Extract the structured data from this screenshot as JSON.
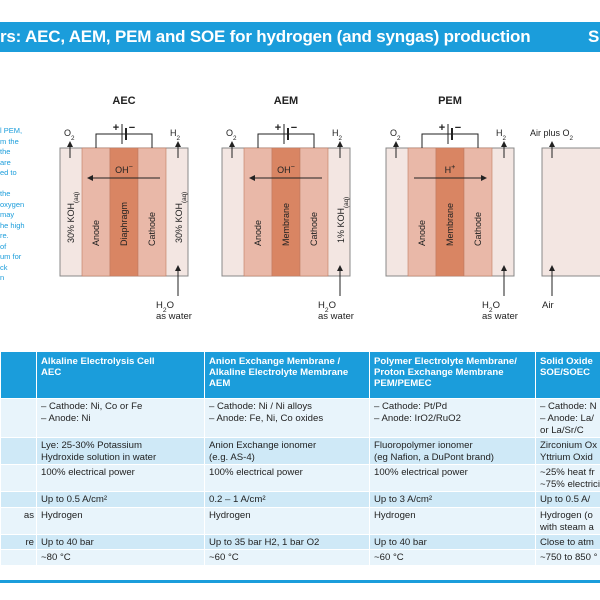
{
  "header": {
    "title": "rs: AEC, AEM, PEM and SOE for hydrogen (and syngas) production",
    "edge_letter": "S",
    "color": "#1b9ddb"
  },
  "sidebar": {
    "lines": [
      "l PEM,",
      "m the",
      "the",
      "are",
      "ed to",
      "",
      "the",
      "oxygen",
      "may",
      "he high",
      "re.",
      "of",
      "um for",
      "ck",
      "n"
    ]
  },
  "cells": [
    {
      "title": "AEC",
      "left_gas": "O2",
      "right_gas": "H2",
      "left_electrolyte": "30% KOH(aq)",
      "right_electrolyte": "30% KOH(aq)",
      "layers": [
        "Anode",
        "Diaphragm",
        "Cathode"
      ],
      "ion": "OH−",
      "ion_direction": "left",
      "input": [
        "H2O",
        "as water"
      ]
    },
    {
      "title": "AEM",
      "left_gas": "O2",
      "right_gas": "H2",
      "left_electrolyte": "",
      "right_electrolyte": "1% KOH(aq)",
      "layers": [
        "Anode",
        "Membrane",
        "Cathode"
      ],
      "ion": "OH−",
      "ion_direction": "left",
      "input": [
        "H2O",
        "as water"
      ]
    },
    {
      "title": "PEM",
      "left_gas": "O2",
      "right_gas": "H2",
      "left_electrolyte": "",
      "right_electrolyte": "",
      "layers": [
        "Anode",
        "Membrane",
        "Cathode"
      ],
      "ion": "H+",
      "ion_direction": "right",
      "input": [
        "H2O",
        "as water"
      ]
    },
    {
      "title": "",
      "left_gas": "Air plus O2",
      "right_gas": "",
      "left_electrolyte": "",
      "right_electrolyte": "",
      "layers": [],
      "ion": "",
      "ion_direction": "",
      "input": [
        "Air"
      ]
    }
  ],
  "table": {
    "headers": [
      [
        ""
      ],
      [
        "Alkaline Electrolysis Cell",
        "AEC"
      ],
      [
        "Anion Exchange Membrane /",
        "Alkaline Electrolyte Membrane",
        "AEM"
      ],
      [
        "Polymer Electrolyte Membrane/",
        "Proton Exchange Membrane",
        "PEM/PEMEC"
      ],
      [
        "Solid Oxide",
        "SOE/SOEC"
      ]
    ],
    "rows": [
      [
        [
          ""
        ],
        [
          "– Cathode: Ni, Co or Fe",
          "– Anode: Ni"
        ],
        [
          "– Cathode: Ni / Ni alloys",
          "– Anode: Fe, Ni, Co oxides"
        ],
        [
          "– Cathode: Pt/Pd",
          "– Anode: IrO2/RuO2"
        ],
        [
          "– Cathode: N",
          "– Anode: La/",
          "  or La/Sr/C"
        ]
      ],
      [
        [
          ""
        ],
        [
          "Lye: 25-30% Potassium",
          "Hydroxide solution in water"
        ],
        [
          "Anion Exchange ionomer",
          "(e.g. AS-4)"
        ],
        [
          "Fluoropolymer ionomer",
          "(eg Nafion, a DuPont brand)"
        ],
        [
          "Zirconium Ox",
          "Yttrium Oxid"
        ]
      ],
      [
        [
          ""
        ],
        [
          "100% electrical power"
        ],
        [
          "100% electrical power"
        ],
        [
          "100% electrical power"
        ],
        [
          "~25% heat fr",
          "~75% electrici"
        ]
      ],
      [
        [
          ""
        ],
        [
          "Up to 0.5 A/cm²"
        ],
        [
          "0.2 – 1 A/cm²"
        ],
        [
          "Up to 3 A/cm²"
        ],
        [
          "Up to 0.5 A/"
        ]
      ],
      [
        [
          "as"
        ],
        [
          "Hydrogen"
        ],
        [
          "Hydrogen"
        ],
        [
          "Hydrogen"
        ],
        [
          "Hydrogen (o",
          "with steam a"
        ]
      ],
      [
        [
          "re"
        ],
        [
          "Up to 40 bar"
        ],
        [
          "Up to 35 bar H2, 1 bar O2"
        ],
        [
          "Up to 40 bar"
        ],
        [
          "Close to atm"
        ]
      ],
      [
        [
          ""
        ],
        [
          "~80 °C"
        ],
        [
          "~60 °C"
        ],
        [
          "~60 °C"
        ],
        [
          "~750 to 850 °"
        ]
      ]
    ]
  },
  "colors": {
    "brand_blue": "#1b9ddb",
    "outer_chamber": "#f3e6e2",
    "electrode": "#e9b8a8",
    "separator": "#d98563",
    "table_alt": "#cfe9f7",
    "table_plain": "#e8f4fb"
  }
}
